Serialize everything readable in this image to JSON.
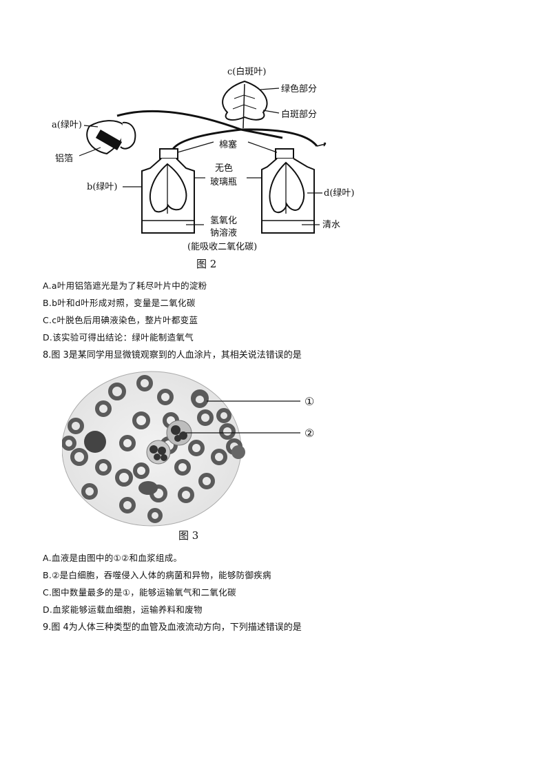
{
  "figure2": {
    "labels": {
      "c": "c(白斑叶)",
      "green_part": "绿色部分",
      "white_part": "白斑部分",
      "a": "a(绿叶)",
      "foil": "铝箔",
      "cotton": "棉塞",
      "bottle1": "无色",
      "bottle2": "玻璃瓶",
      "b": "b(绿叶)",
      "d": "d(绿叶)",
      "naoh1": "氢氧化",
      "naoh2": "钠溶液",
      "naoh3": "(能吸收二氧化碳)",
      "water": "清水"
    },
    "caption": "图 2"
  },
  "q7_options": [
    "A.a叶用铝箔遮光是为了耗尽叶片中的淀粉",
    "B.b叶和d叶形成对照，变量是二氧化碳",
    "C.c叶脱色后用碘液染色，整片叶都变蓝",
    "D.该实验可得出结论：绿叶能制造氧气"
  ],
  "q8_stem": "8.图 3是某同学用显微镜观察到的人血涂片，其相关说法错误的是",
  "figure3": {
    "label1": "①",
    "label2": "②",
    "caption": "图 3"
  },
  "q8_options": [
    "A.血液是由图中的①②和血浆组成。",
    "B.②是白细胞，吞噬侵入人体的病菌和异物，能够防御疾病",
    "C.图中数量最多的是①，能够运输氧气和二氧化碳",
    "D.血浆能够运载血细胞，运输养料和废物"
  ],
  "q9_stem": "9.图 4为人体三种类型的血管及血液流动方向，下列描述错误的是"
}
